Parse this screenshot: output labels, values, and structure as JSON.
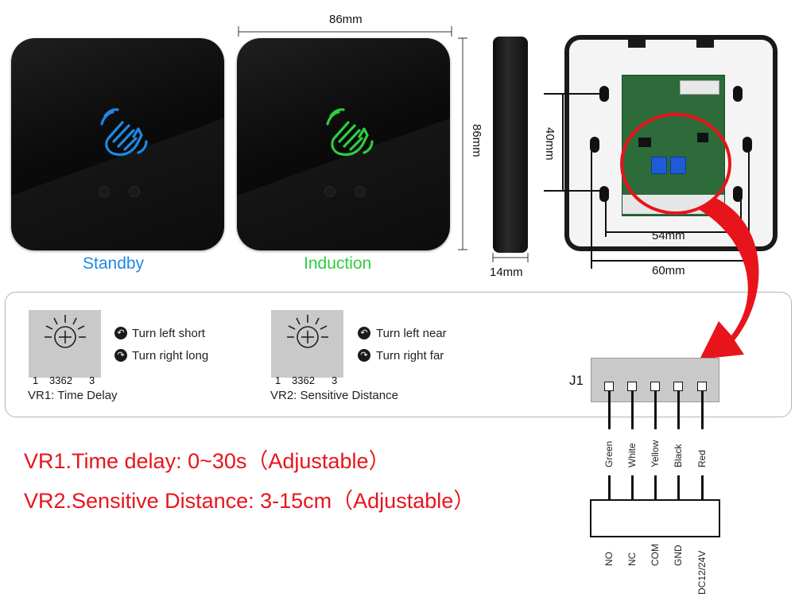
{
  "dimensions": {
    "width": "86mm",
    "height": "86mm",
    "depth": "14mm",
    "mount_vertical": "40mm",
    "mount_inner": "54mm",
    "mount_outer": "60mm"
  },
  "states": {
    "standby": "Standby",
    "induction": "Induction"
  },
  "colors": {
    "standby_blue": "#1e88e5",
    "induction_green": "#2ecc40",
    "red_accent": "#e8141b"
  },
  "vr1": {
    "pot_left": "1",
    "pot_code": "3362",
    "pot_right": "3",
    "rotate_left": "Turn left short",
    "rotate_right": "Turn right long",
    "label": "VR1: Time Delay"
  },
  "vr2": {
    "pot_left": "1",
    "pot_code": "3362",
    "pot_right": "3",
    "rotate_left": "Turn left near",
    "rotate_right": "Turn right far",
    "label": "VR2: Sensitive Distance"
  },
  "connector": {
    "label": "J1",
    "wires": [
      "Green",
      "White",
      "Yellow",
      "Black",
      "Red"
    ],
    "terminals": [
      "NO",
      "NC",
      "COM",
      "GND",
      "DC12/24V"
    ]
  },
  "specs": {
    "line1": "VR1.Time delay: 0~30s（Adjustable）",
    "line2": "VR2.Sensitive Distance: 3-15cm（Adjustable）"
  }
}
